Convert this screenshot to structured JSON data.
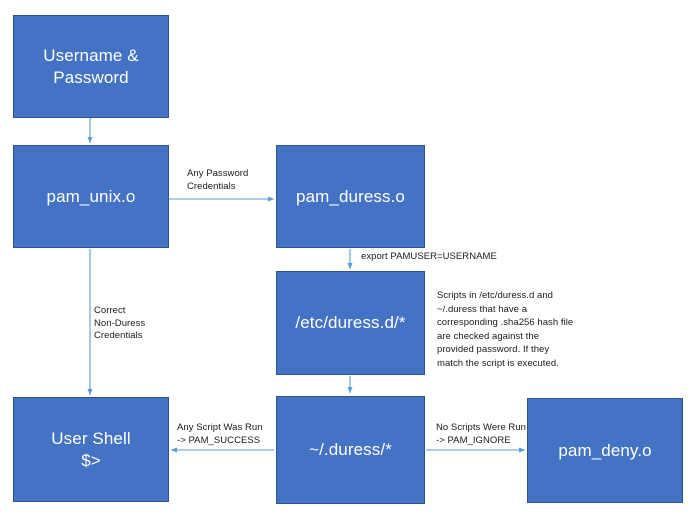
{
  "diagram": {
    "title": "pam_duress authentication flow",
    "colors": {
      "node_fill": "#4472C4",
      "node_border": "#2F528F",
      "connector": "#5B9BD5",
      "node_text": "#FFFFFF",
      "label_text": "#1A1A1A",
      "background": "#FFFFFF"
    },
    "nodes": [
      {
        "id": "username_password",
        "label": "Username &\nPassword"
      },
      {
        "id": "pam_unix",
        "label": "pam_unix.o"
      },
      {
        "id": "pam_duress",
        "label": "pam_duress.o"
      },
      {
        "id": "etc_duress_d",
        "label": "/etc/duress.d/*"
      },
      {
        "id": "home_duress",
        "label": "~/.duress/*"
      },
      {
        "id": "user_shell",
        "label": "User Shell\n$>"
      },
      {
        "id": "pam_deny",
        "label": "pam_deny.o"
      }
    ],
    "edge_labels": [
      {
        "id": "any_password_credentials",
        "text": "Any Password\nCredentials"
      },
      {
        "id": "export_pamuser",
        "text": "export PAMUSER=USERNAME"
      },
      {
        "id": "correct_non_duress",
        "text": "Correct\nNon-Duress\nCredentials"
      },
      {
        "id": "any_script_was_run",
        "text": "Any Script Was Run\n-> PAM_SUCCESS"
      },
      {
        "id": "no_scripts_were_run",
        "text": "No Scripts Were Run\n-> PAM_IGNORE"
      }
    ],
    "notes": [
      {
        "id": "duress_script_note",
        "text": "Scripts in /etc/duress.d and\n~/.duress that have a\ncorresponding .sha256 hash file\nare checked against the\nprovided password. If they\nmatch the script is executed."
      }
    ]
  }
}
